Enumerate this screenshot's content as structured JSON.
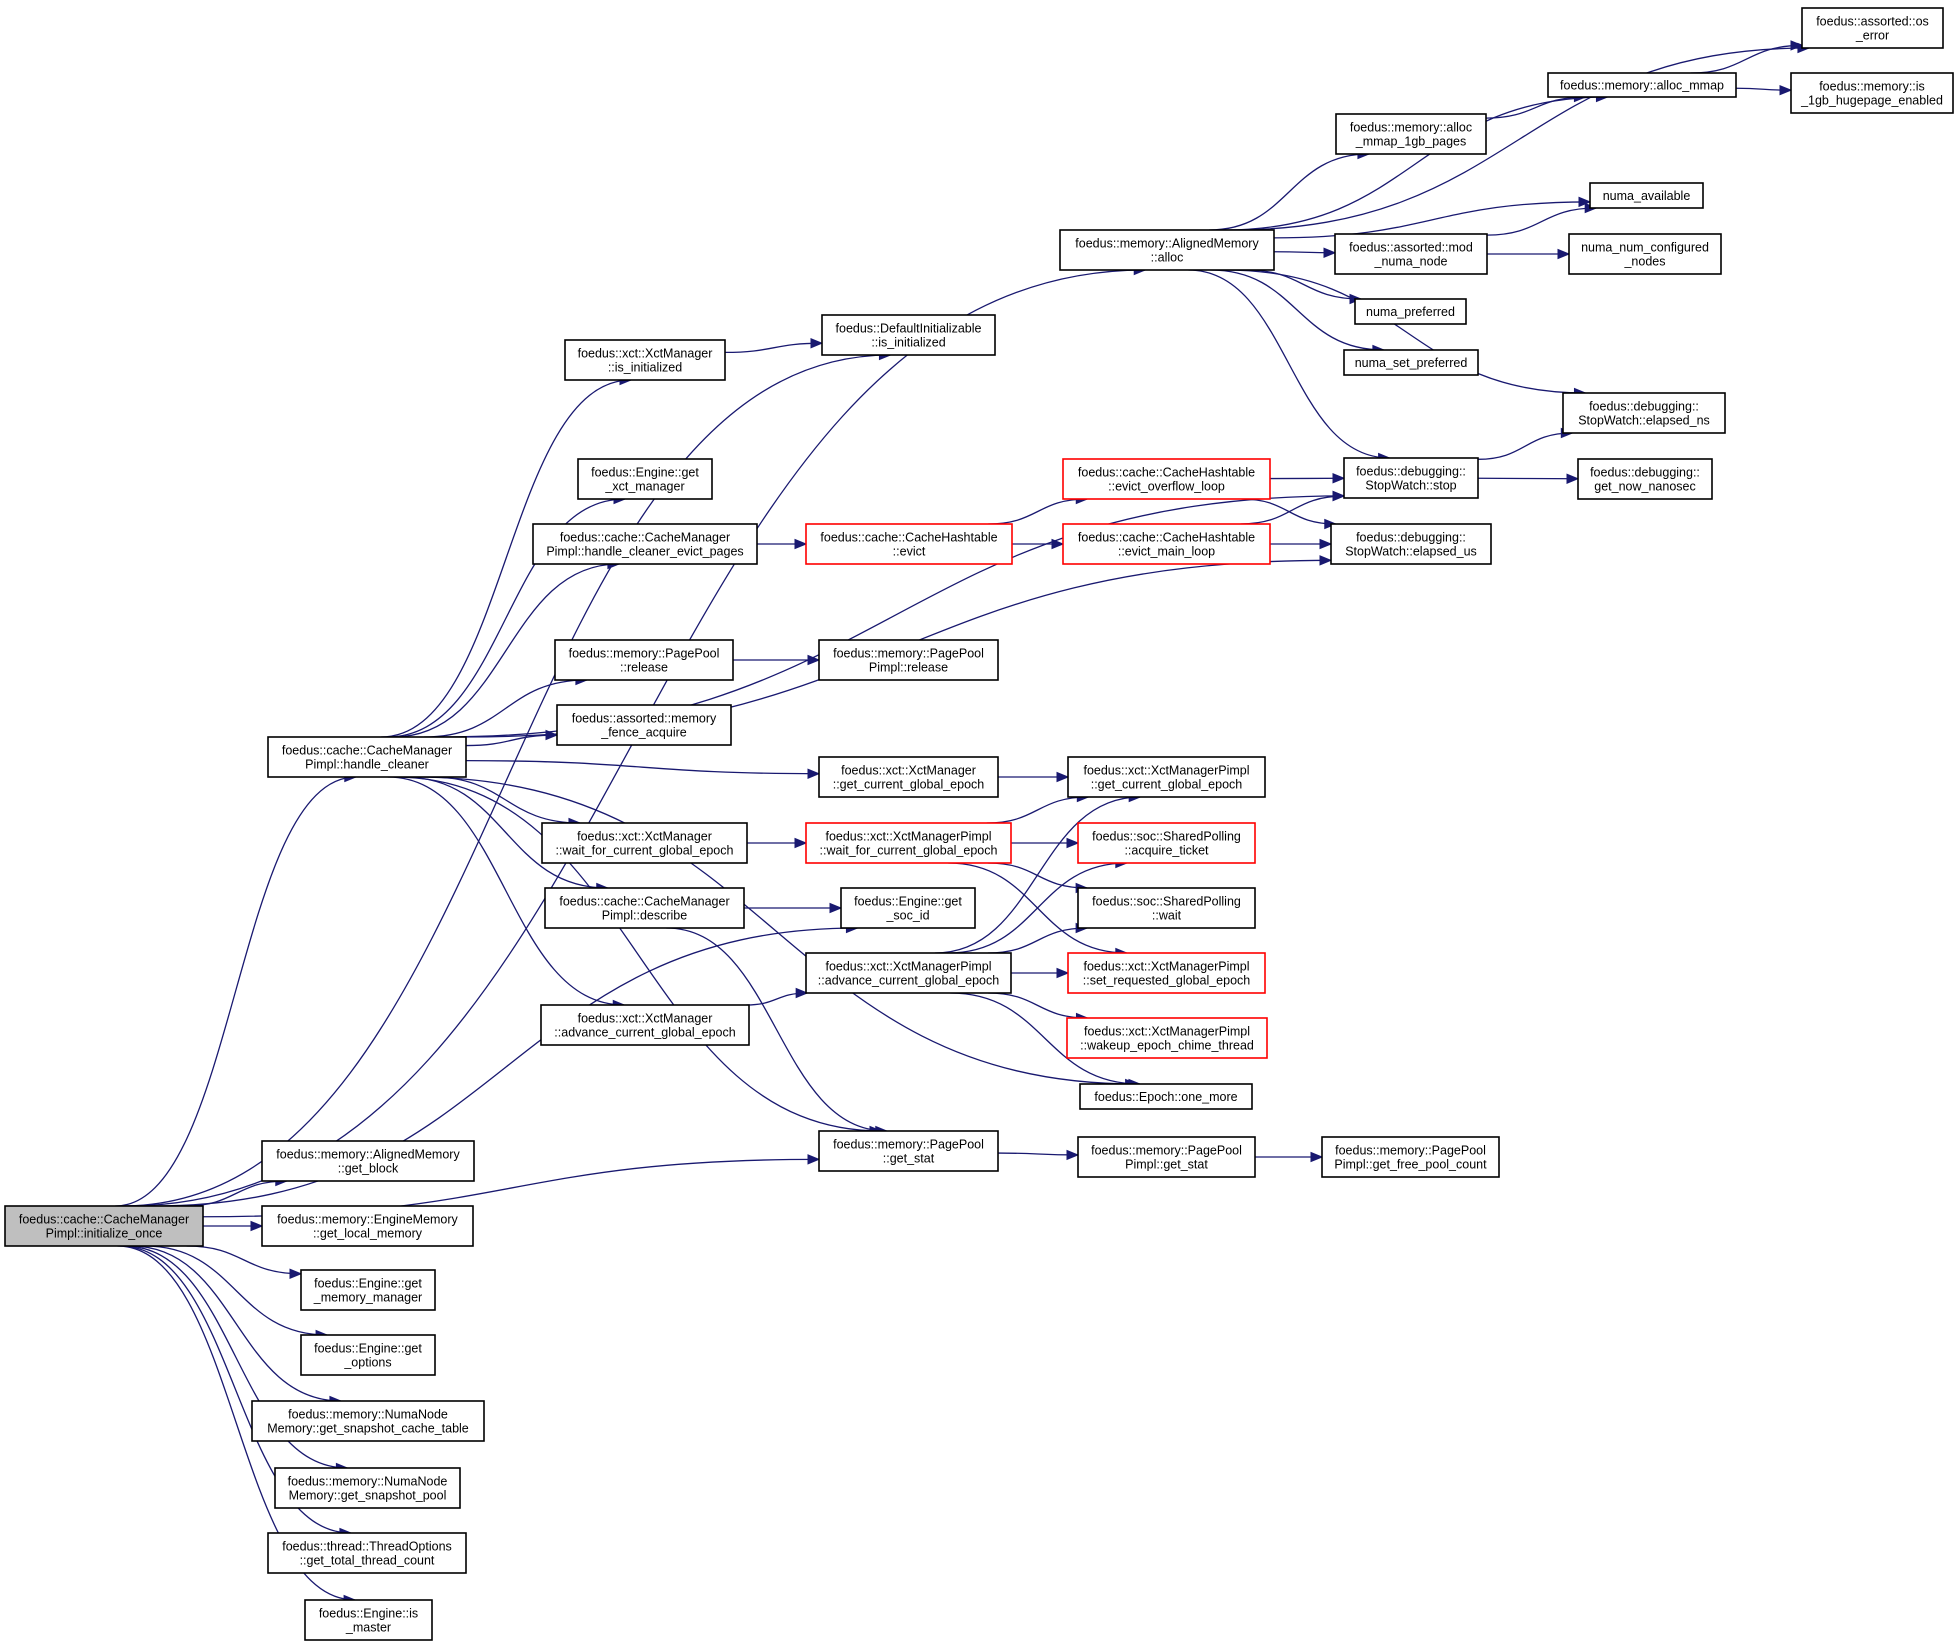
{
  "colors": {
    "edge": "#191970",
    "node_border": "#000000",
    "node_border_truncated": "#ff0000",
    "root_fill": "#bfbfbf"
  },
  "nodes": [
    {
      "id": "root",
      "lines": [
        "foedus::cache::CacheManager",
        "Pimpl::initialize_once"
      ],
      "style": "root"
    },
    {
      "id": "handle_cleaner",
      "lines": [
        "foedus::cache::CacheManager",
        "Pimpl::handle_cleaner"
      ]
    },
    {
      "id": "aligned_alloc",
      "lines": [
        "foedus::memory::AlignedMemory",
        "::alloc"
      ]
    },
    {
      "id": "default_init",
      "lines": [
        "foedus::DefaultInitializable",
        "::is_initialized"
      ]
    },
    {
      "id": "xct_is_init",
      "lines": [
        "foedus::xct::XctManager",
        "::is_initialized"
      ]
    },
    {
      "id": "get_xct_manager",
      "lines": [
        "foedus::Engine::get",
        "_xct_manager"
      ]
    },
    {
      "id": "handle_evict",
      "lines": [
        "foedus::cache::CacheManager",
        "Pimpl::handle_cleaner_evict_pages"
      ]
    },
    {
      "id": "hashtable_evict",
      "lines": [
        "foedus::cache::CacheHashtable",
        "::evict"
      ],
      "style": "red"
    },
    {
      "id": "evict_overflow",
      "lines": [
        "foedus::cache::CacheHashtable",
        "::evict_overflow_loop"
      ],
      "style": "red"
    },
    {
      "id": "evict_main",
      "lines": [
        "foedus::cache::CacheHashtable",
        "::evict_main_loop"
      ],
      "style": "red"
    },
    {
      "id": "sw_stop",
      "lines": [
        "foedus::debugging::",
        "StopWatch::stop"
      ]
    },
    {
      "id": "sw_elapsed_us",
      "lines": [
        "foedus::debugging::",
        "StopWatch::elapsed_us"
      ]
    },
    {
      "id": "sw_elapsed_ns",
      "lines": [
        "foedus::debugging::",
        "StopWatch::elapsed_ns"
      ]
    },
    {
      "id": "get_now_nanosec",
      "lines": [
        "foedus::debugging::",
        "get_now_nanosec"
      ]
    },
    {
      "id": "os_error",
      "lines": [
        "foedus::assorted::os",
        "_error"
      ]
    },
    {
      "id": "alloc_mmap",
      "lines": [
        "foedus::memory::alloc_mmap"
      ]
    },
    {
      "id": "is_1gb",
      "lines": [
        "foedus::memory::is",
        "_1gb_hugepage_enabled"
      ]
    },
    {
      "id": "alloc_mmap_1gb",
      "lines": [
        "foedus::memory::alloc",
        "_mmap_1gb_pages"
      ]
    },
    {
      "id": "numa_available",
      "lines": [
        "numa_available"
      ]
    },
    {
      "id": "mod_numa_node",
      "lines": [
        "foedus::assorted::mod",
        "_numa_node"
      ]
    },
    {
      "id": "numa_num_nodes",
      "lines": [
        "numa_num_configured",
        "_nodes"
      ]
    },
    {
      "id": "numa_preferred",
      "lines": [
        "numa_preferred"
      ]
    },
    {
      "id": "numa_set_preferred",
      "lines": [
        "numa_set_preferred"
      ]
    },
    {
      "id": "pagepool_release",
      "lines": [
        "foedus::memory::PagePool",
        "::release"
      ]
    },
    {
      "id": "pagepool_pimpl_release",
      "lines": [
        "foedus::memory::PagePool",
        "Pimpl::release"
      ]
    },
    {
      "id": "memory_fence",
      "lines": [
        "foedus::assorted::memory",
        "_fence_acquire"
      ]
    },
    {
      "id": "xct_get_cge",
      "lines": [
        "foedus::xct::XctManager",
        "::get_current_global_epoch"
      ]
    },
    {
      "id": "xctp_get_cge",
      "lines": [
        "foedus::xct::XctManagerPimpl",
        "::get_current_global_epoch"
      ]
    },
    {
      "id": "xct_wait_cge",
      "lines": [
        "foedus::xct::XctManager",
        "::wait_for_current_global_epoch"
      ]
    },
    {
      "id": "xctp_wait_cge",
      "lines": [
        "foedus::xct::XctManagerPimpl",
        "::wait_for_current_global_epoch"
      ],
      "style": "red"
    },
    {
      "id": "acquire_ticket",
      "lines": [
        "foedus::soc::SharedPolling",
        "::acquire_ticket"
      ],
      "style": "red"
    },
    {
      "id": "polling_wait",
      "lines": [
        "foedus::soc::SharedPolling",
        "::wait"
      ]
    },
    {
      "id": "describe",
      "lines": [
        "foedus::cache::CacheManager",
        "Pimpl::describe"
      ]
    },
    {
      "id": "get_soc_id",
      "lines": [
        "foedus::Engine::get",
        "_soc_id"
      ]
    },
    {
      "id": "xctp_advance",
      "lines": [
        "foedus::xct::XctManagerPimpl",
        "::advance_current_global_epoch"
      ]
    },
    {
      "id": "set_requested",
      "lines": [
        "foedus::xct::XctManagerPimpl",
        "::set_requested_global_epoch"
      ],
      "style": "red"
    },
    {
      "id": "wakeup_chime",
      "lines": [
        "foedus::xct::XctManagerPimpl",
        "::wakeup_epoch_chime_thread"
      ],
      "style": "red"
    },
    {
      "id": "xct_advance",
      "lines": [
        "foedus::xct::XctManager",
        "::advance_current_global_epoch"
      ]
    },
    {
      "id": "epoch_one_more",
      "lines": [
        "foedus::Epoch::one_more"
      ]
    },
    {
      "id": "pagepool_get_stat",
      "lines": [
        "foedus::memory::PagePool",
        "::get_stat"
      ]
    },
    {
      "id": "pagepool_pimpl_stat",
      "lines": [
        "foedus::memory::PagePool",
        "Pimpl::get_stat"
      ]
    },
    {
      "id": "free_pool_count",
      "lines": [
        "foedus::memory::PagePool",
        "Pimpl::get_free_pool_count"
      ]
    },
    {
      "id": "get_block",
      "lines": [
        "foedus::memory::AlignedMemory",
        "::get_block"
      ]
    },
    {
      "id": "get_local_memory",
      "lines": [
        "foedus::memory::EngineMemory",
        "::get_local_memory"
      ]
    },
    {
      "id": "get_memory_manager",
      "lines": [
        "foedus::Engine::get",
        "_memory_manager"
      ]
    },
    {
      "id": "get_options",
      "lines": [
        "foedus::Engine::get",
        "_options"
      ]
    },
    {
      "id": "get_snapshot_cache",
      "lines": [
        "foedus::memory::NumaNode",
        "Memory::get_snapshot_cache_table"
      ]
    },
    {
      "id": "get_snapshot_pool",
      "lines": [
        "foedus::memory::NumaNode",
        "Memory::get_snapshot_pool"
      ]
    },
    {
      "id": "get_total_thread",
      "lines": [
        "foedus::thread::ThreadOptions",
        "::get_total_thread_count"
      ]
    },
    {
      "id": "is_master",
      "lines": [
        "foedus::Engine::is",
        "_master"
      ]
    }
  ],
  "edges": [
    [
      "root",
      "handle_cleaner"
    ],
    [
      "root",
      "aligned_alloc"
    ],
    [
      "root",
      "default_init"
    ],
    [
      "root",
      "get_soc_id"
    ],
    [
      "root",
      "pagepool_get_stat"
    ],
    [
      "root",
      "get_block"
    ],
    [
      "root",
      "get_local_memory"
    ],
    [
      "root",
      "get_memory_manager"
    ],
    [
      "root",
      "get_options"
    ],
    [
      "root",
      "get_snapshot_cache"
    ],
    [
      "root",
      "get_snapshot_pool"
    ],
    [
      "root",
      "get_total_thread"
    ],
    [
      "root",
      "is_master"
    ],
    [
      "handle_cleaner",
      "xct_is_init"
    ],
    [
      "handle_cleaner",
      "get_xct_manager"
    ],
    [
      "handle_cleaner",
      "handle_evict"
    ],
    [
      "handle_cleaner",
      "sw_stop"
    ],
    [
      "handle_cleaner",
      "sw_elapsed_us"
    ],
    [
      "handle_cleaner",
      "pagepool_release"
    ],
    [
      "handle_cleaner",
      "memory_fence"
    ],
    [
      "handle_cleaner",
      "xct_get_cge"
    ],
    [
      "handle_cleaner",
      "xct_wait_cge"
    ],
    [
      "handle_cleaner",
      "describe"
    ],
    [
      "handle_cleaner",
      "xct_advance"
    ],
    [
      "handle_cleaner",
      "epoch_one_more"
    ],
    [
      "handle_cleaner",
      "pagepool_get_stat"
    ],
    [
      "xct_is_init",
      "default_init"
    ],
    [
      "handle_evict",
      "hashtable_evict"
    ],
    [
      "hashtable_evict",
      "evict_overflow"
    ],
    [
      "hashtable_evict",
      "evict_main"
    ],
    [
      "evict_overflow",
      "sw_stop"
    ],
    [
      "evict_overflow",
      "sw_elapsed_us"
    ],
    [
      "evict_main",
      "sw_stop"
    ],
    [
      "evict_main",
      "sw_elapsed_us"
    ],
    [
      "sw_stop",
      "sw_elapsed_ns"
    ],
    [
      "sw_stop",
      "get_now_nanosec"
    ],
    [
      "aligned_alloc",
      "os_error"
    ],
    [
      "aligned_alloc",
      "alloc_mmap"
    ],
    [
      "aligned_alloc",
      "alloc_mmap_1gb"
    ],
    [
      "aligned_alloc",
      "numa_available"
    ],
    [
      "aligned_alloc",
      "mod_numa_node"
    ],
    [
      "aligned_alloc",
      "numa_preferred"
    ],
    [
      "aligned_alloc",
      "numa_set_preferred"
    ],
    [
      "aligned_alloc",
      "sw_elapsed_ns"
    ],
    [
      "aligned_alloc",
      "sw_stop"
    ],
    [
      "alloc_mmap",
      "os_error"
    ],
    [
      "alloc_mmap",
      "is_1gb"
    ],
    [
      "alloc_mmap_1gb",
      "alloc_mmap"
    ],
    [
      "mod_numa_node",
      "numa_available"
    ],
    [
      "mod_numa_node",
      "numa_num_nodes"
    ],
    [
      "pagepool_release",
      "pagepool_pimpl_release"
    ],
    [
      "xct_get_cge",
      "xctp_get_cge"
    ],
    [
      "xct_wait_cge",
      "xctp_wait_cge"
    ],
    [
      "xctp_wait_cge",
      "xctp_get_cge"
    ],
    [
      "xctp_wait_cge",
      "acquire_ticket"
    ],
    [
      "xctp_wait_cge",
      "polling_wait"
    ],
    [
      "xctp_wait_cge",
      "set_requested"
    ],
    [
      "describe",
      "get_soc_id"
    ],
    [
      "describe",
      "pagepool_get_stat"
    ],
    [
      "xct_advance",
      "xctp_advance"
    ],
    [
      "xctp_advance",
      "xctp_get_cge"
    ],
    [
      "xctp_advance",
      "acquire_ticket"
    ],
    [
      "xctp_advance",
      "polling_wait"
    ],
    [
      "xctp_advance",
      "set_requested"
    ],
    [
      "xctp_advance",
      "wakeup_chime"
    ],
    [
      "xctp_advance",
      "epoch_one_more"
    ],
    [
      "pagepool_get_stat",
      "pagepool_pimpl_stat"
    ],
    [
      "pagepool_pimpl_stat",
      "free_pool_count"
    ]
  ]
}
